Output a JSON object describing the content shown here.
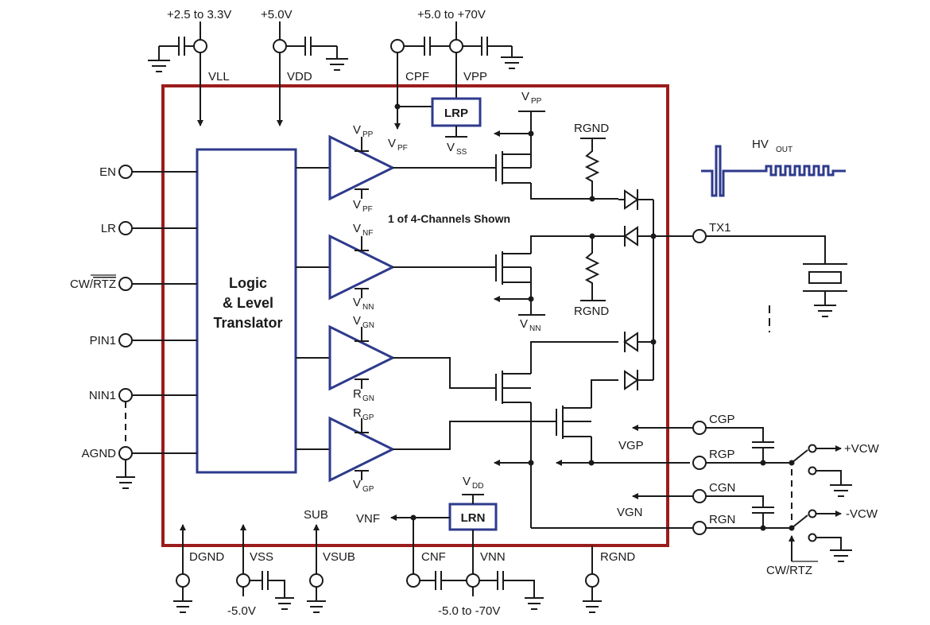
{
  "colors": {
    "ic_border": "#9b1c1c",
    "block_outline": "#2e3a8c",
    "wire": "#1a1a1a"
  },
  "supplies": {
    "vll_range": "+2.5 to 3.3V",
    "vdd_value": "+5.0V",
    "vpp_range": "+5.0 to +70V",
    "vss_value": "-5.0V",
    "vnn_range": "-5.0 to -70V"
  },
  "pins_top": {
    "vll": "VLL",
    "vdd": "VDD",
    "cpf": "CPF",
    "vpp": "VPP"
  },
  "pins_left": {
    "en": "EN",
    "lr": "LR",
    "cw_prefix": "CW/",
    "rtz": "RTZ",
    "pin1": "PIN1",
    "nin1": "NIN1",
    "agnd": "AGND"
  },
  "pins_bottom": {
    "dgnd": "DGND",
    "vss": "VSS",
    "sub": "SUB",
    "vsub": "VSUB",
    "vnf": "VNF",
    "cnf": "CNF",
    "vnn": "VNN",
    "rgnd": "RGND"
  },
  "pins_right": {
    "tx1": "TX1",
    "cgp": "CGP",
    "rgp": "RGP",
    "cgn": "CGN",
    "rgn": "RGN"
  },
  "logic_block": {
    "line1": "Logic",
    "line2": "& Level",
    "line3": "Translator"
  },
  "regulators": {
    "lrp": "LRP",
    "lrn": "LRN"
  },
  "channel_note": "1 of 4-Channels Shown",
  "internal_labels": {
    "v": "V",
    "r": "R",
    "pp": "PP",
    "pf": "PF",
    "nf": "NF",
    "nn": "NN",
    "gn": "GN",
    "gp": "GP",
    "ss": "SS",
    "dd": "DD",
    "rgnd_top": "RGND",
    "rgnd_mid": "RGND",
    "vgp": "VGP",
    "vgn": "VGN"
  },
  "hv_out": {
    "main": "HV",
    "sub": "OUT"
  },
  "switch_labels": {
    "plus_vcw": "+VCW",
    "minus_vcw": "-VCW",
    "cw_prefix": "CW/",
    "rtz": "RTZ"
  }
}
